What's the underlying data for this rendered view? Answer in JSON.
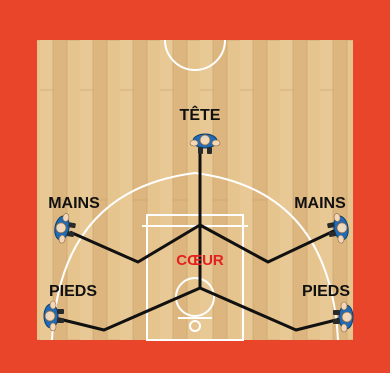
{
  "labels": {
    "head": "TÊTE",
    "hands_left": "MAINS",
    "hands_right": "MAINS",
    "feet_left": "PIEDS",
    "feet_right": "PIEDS",
    "core": "CŒUR"
  },
  "colors": {
    "border": "#e8452a",
    "court_wood": "#e2c08a",
    "court_line": "#ffffff",
    "connector": "#111111",
    "label_text": "#111111",
    "core_text": "#e52020",
    "player_jersey": "#1f6bb5",
    "player_skin": "#f3d7b6"
  },
  "icons": {
    "player": "player-topdown-icon"
  }
}
